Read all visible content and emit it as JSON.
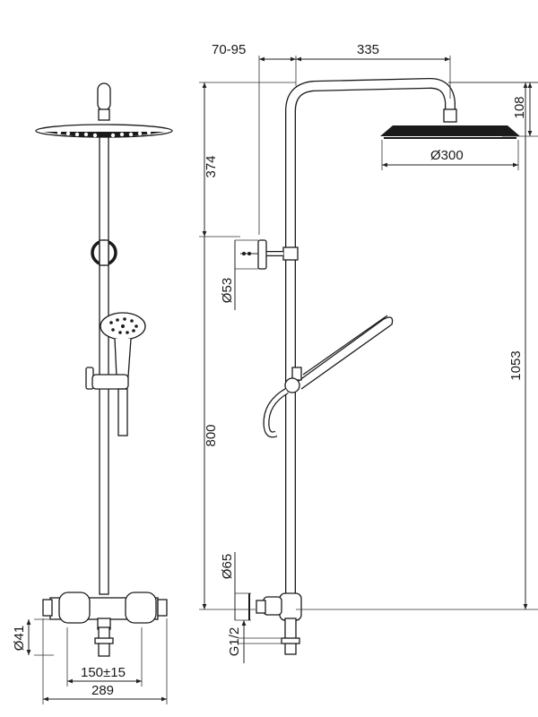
{
  "labels": {
    "reach_adjust": "70-95",
    "arm_length": "335",
    "head_height": "108",
    "head_diameter": "Ø300",
    "top_to_holder": "374",
    "holder_diameter": "Ø53",
    "total_height": "1053",
    "bar_height": "800",
    "wall_flange_diameter": "Ø65",
    "inlet_thread": "G1/2",
    "valve_diameter": "Ø41",
    "inlet_centers": "150±15",
    "valve_width": "289"
  },
  "colors": {
    "line": "#1a1a1a",
    "background": "#ffffff"
  }
}
